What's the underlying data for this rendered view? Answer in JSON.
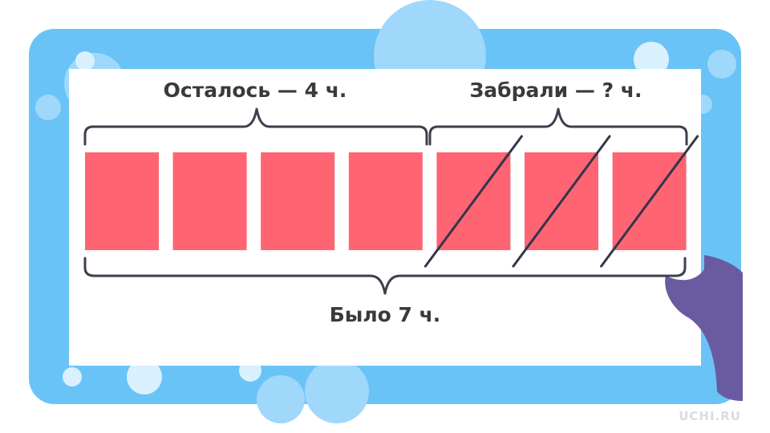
{
  "diagram": {
    "label_remaining": "Осталось — 4 ч.",
    "label_taken": "Забрали — ? ч.",
    "label_total": "Было 7 ч.",
    "parts_total": 7,
    "parts_remaining": 4,
    "parts_taken": 3,
    "colors": {
      "frame": "#69c3f7",
      "bubble": "#9fd8fb",
      "bubble_light": "#d9f0fe",
      "panel": "#ffffff",
      "part": "#ff6473",
      "brace": "#3d3f4c",
      "strike": "#33354a",
      "shape": "#6a5aa0",
      "label": "#3a3a3a",
      "watermark": "#d8dde3"
    }
  },
  "brand": {
    "watermark": "UCHI.RU"
  }
}
